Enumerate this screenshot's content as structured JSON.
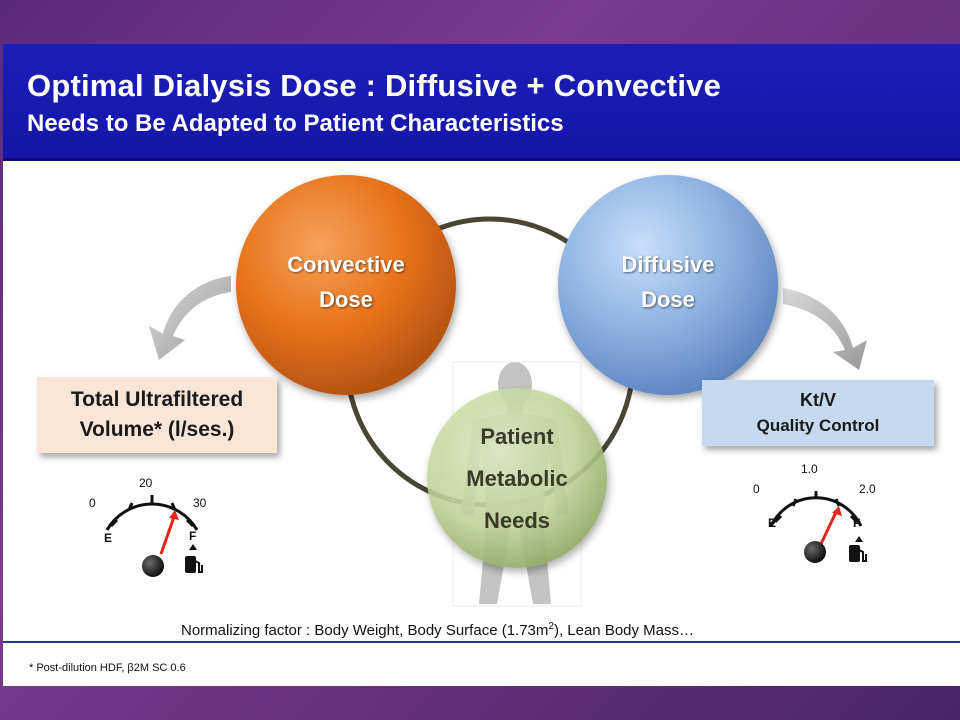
{
  "header": {
    "title": "Optimal Dialysis Dose : Diffusive + Convective",
    "subtitle": "Needs to Be Adapted to Patient Characteristics"
  },
  "circles": {
    "convective": {
      "line1": "Convective",
      "line2": "Dose",
      "color": "#e8731a"
    },
    "diffusive": {
      "line1": "Diffusive",
      "line2": "Dose",
      "color": "#8db3e2"
    },
    "patient": {
      "line1": "Patient",
      "line2": "Metabolic",
      "line3": "Needs",
      "color": "#c4d79b"
    }
  },
  "boxes": {
    "left": {
      "line1": "Total Ultrafiltered",
      "line2": "Volume* (l/ses.)"
    },
    "right": {
      "line1": "Kt/V",
      "line2": "Quality Control"
    }
  },
  "gauges": {
    "left": {
      "min_label": "0",
      "mid_label": "20",
      "max_label": "30",
      "empty_letter": "E",
      "full_letter": "F",
      "icon": "fuel-pump-icon"
    },
    "right": {
      "min_label": "0",
      "mid_label": "1.0",
      "max_label": "2.0",
      "empty_letter": "E",
      "full_letter": "F",
      "icon": "fuel-pump-icon"
    }
  },
  "footer": {
    "normalizing_prefix": "Normalizing factor : Body Weight, Body Surface (1.73m",
    "normalizing_sup": "2",
    "normalizing_suffix": "), Lean Body Mass…",
    "footnote": "* Post-dilution HDF, β2M SC 0.6"
  }
}
